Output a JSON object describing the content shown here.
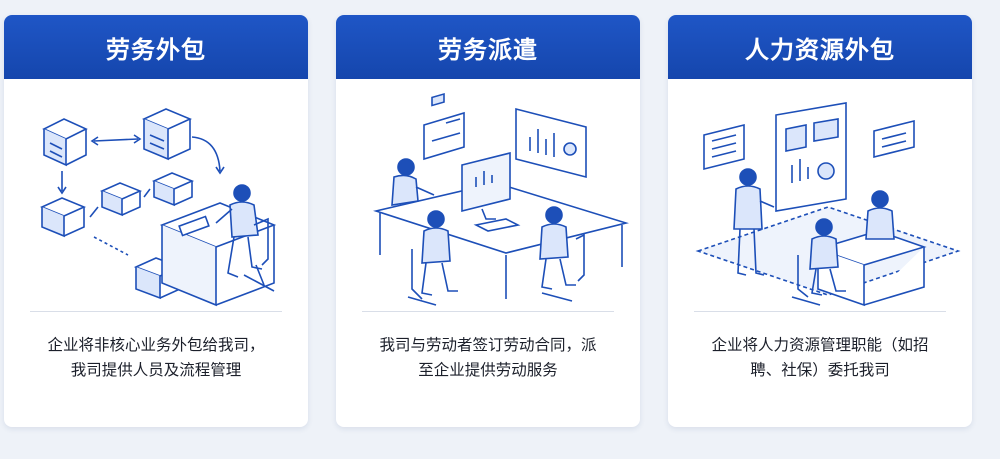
{
  "cards": [
    {
      "title": "劳务外包",
      "desc_lines": [
        "企业将非核心业务外包给我司，",
        "我司提供人员及流程管理"
      ]
    },
    {
      "title": "劳务派遣",
      "desc_lines": [
        "我司与劳动者签订劳动合同，派",
        "至企业提供劳动服务"
      ]
    },
    {
      "title": "人力资源外包",
      "desc_lines": [
        "企业将人力资源管理职能（如招",
        "聘、社保）委托我司"
      ]
    }
  ],
  "colors": {
    "header_blue": "#1f56c6",
    "line_blue": "#1d4fb8",
    "light_blue": "#dbe6fb"
  }
}
